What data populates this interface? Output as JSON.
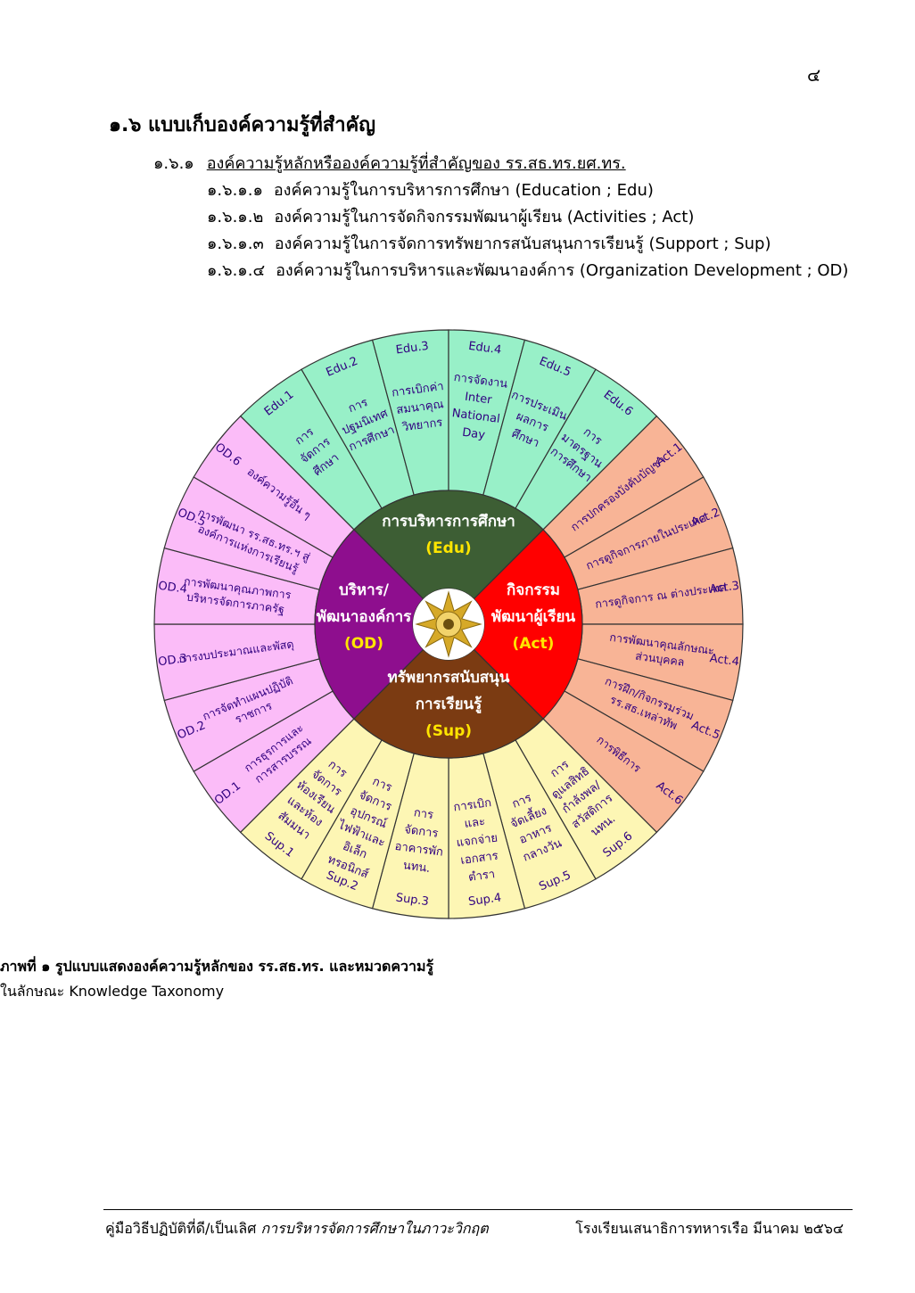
{
  "page_number": "๔",
  "section": {
    "heading": "๑.๖  แบบเก็บองค์ความรู้ที่สำคัญ",
    "sub_number": "๑.๖.๑",
    "sub_title": "องค์ความรู้หลักหรือองค์ความรู้ที่สำคัญของ รร.สธ.ทร.ยศ.ทร.",
    "items": [
      {
        "num": "๑.๖.๑.๑",
        "text": "องค์ความรู้ในการบริหารการศึกษา (Education ; Edu)"
      },
      {
        "num": "๑.๖.๑.๒",
        "text": "องค์ความรู้ในการจัดกิจกรรมพัฒนาผู้เรียน (Activities ; Act)"
      },
      {
        "num": "๑.๖.๑.๓",
        "text": "องค์ความรู้ในการจัดการทรัพยากรสนับสนุนการเรียนรู้ (Support ; Sup)"
      },
      {
        "num": "๑.๖.๑.๔",
        "text": "องค์ความรู้ในการบริหารและพัฒนาองค์การ (Organization Development ; OD)"
      }
    ]
  },
  "wheel": {
    "colors": {
      "edu_inner": "#3d5e34",
      "act_inner": "#ff0000",
      "sup_inner": "#7b3b12",
      "od_inner": "#8e0e8e",
      "edu_outer": "#98f0c8",
      "act_outer": "#f8b496",
      "sup_outer": "#fdf6b4",
      "od_outer": "#fbbcf8",
      "outer_text": "#300080",
      "inner_text": "#ffffff",
      "abbr_text": "#ffe500",
      "line": "#333333"
    },
    "center_emblem": "navy-emblem",
    "inner": [
      {
        "key": "edu",
        "lines": [
          "การบริหารการศึกษา"
        ],
        "abbr": "(Edu)"
      },
      {
        "key": "act",
        "lines": [
          "กิจกรรม",
          "พัฒนาผู้เรียน"
        ],
        "abbr": "(Act)"
      },
      {
        "key": "sup",
        "lines": [
          "ทรัพยากรสนับสนุน",
          "การเรียนรู้"
        ],
        "abbr": "(Sup)"
      },
      {
        "key": "od",
        "lines": [
          "บริหาร/",
          "พัฒนาองค์การ"
        ],
        "abbr": "(OD)"
      }
    ],
    "edu": [
      {
        "label": "Edu.1",
        "lines": [
          "การ",
          "จัดการ",
          "ศึกษา"
        ]
      },
      {
        "label": "Edu.2",
        "lines": [
          "การ",
          "ปฐมนิเทศ",
          "การศึกษา"
        ]
      },
      {
        "label": "Edu.3",
        "lines": [
          "การเบิกค่า",
          "สมนาคุณ",
          "วิทยากร"
        ]
      },
      {
        "label": "Edu.4",
        "lines": [
          "การจัดงาน",
          "Inter",
          "National",
          "Day"
        ]
      },
      {
        "label": "Edu.5",
        "lines": [
          "การประเมิน",
          "ผลการ",
          "ศึกษา"
        ]
      },
      {
        "label": "Edu.6",
        "lines": [
          "การ",
          "มาตรฐาน",
          "การศึกษา"
        ]
      }
    ],
    "act": [
      {
        "label": "Act.1",
        "lines": [
          "การปกครองบังคับบัญชา"
        ]
      },
      {
        "label": "Act.2",
        "lines": [
          "การดูกิจการภายในประเทศ"
        ]
      },
      {
        "label": "Act.3",
        "lines": [
          "การดูกิจการ ณ ต่างประเทศ"
        ]
      },
      {
        "label": "Act.4",
        "lines": [
          "การพัฒนาคุณลักษณะ",
          "ส่วนบุคคล"
        ]
      },
      {
        "label": "Act.5",
        "lines": [
          "การฝึก/กิจกรรมร่วม",
          "รร.สธ.เหล่าทัพ"
        ]
      },
      {
        "label": "Act.6",
        "lines": [
          "การพิธีการ"
        ]
      }
    ],
    "sup": [
      {
        "label": "Sup.6",
        "lines": [
          "การ",
          "ดูแลสิทธิ",
          "กำลังพล/",
          "สวัสดิการ",
          "นทน."
        ]
      },
      {
        "label": "Sup.5",
        "lines": [
          "การ",
          "จัดเลี้ยง",
          "อาหาร",
          "กลางวัน"
        ]
      },
      {
        "label": "Sup.4",
        "lines": [
          "การเบิก",
          "และ",
          "แจกจ่าย",
          "เอกสาร",
          "ตำรา"
        ]
      },
      {
        "label": "Sup.3",
        "lines": [
          "การ",
          "จัดการ",
          "อาคารพัก",
          "นทน."
        ]
      },
      {
        "label": "Sup.2",
        "lines": [
          "การ",
          "จัดการ",
          "อุปกรณ์",
          "ไฟฟ้าและ",
          "อิเล็ก",
          "ทรอนิกส์"
        ]
      },
      {
        "label": "Sup.1",
        "lines": [
          "การ",
          "จัดการ",
          "ห้องเรียน",
          "และห้อง",
          "สัมมนา"
        ]
      }
    ],
    "od": [
      {
        "label": "OD.1",
        "lines": [
          "การธุรการและ",
          "การสารบรรณ"
        ]
      },
      {
        "label": "OD.2",
        "lines": [
          "การจัดทำแผนปฏิบัติ",
          "ราชการ"
        ]
      },
      {
        "label": "OD.3",
        "lines": [
          "การงบประมาณและพัสดุ"
        ]
      },
      {
        "label": "OD.4",
        "lines": [
          "การพัฒนาคุณภาพการ",
          "บริหารจัดการภาครัฐ"
        ]
      },
      {
        "label": "OD.5",
        "lines": [
          "การพัฒนา รร.สธ.ทร.ฯ สู่",
          "องค์การแห่งการเรียนรู้"
        ]
      },
      {
        "label": "OD.6",
        "lines": [
          "องค์ความรู้อื่น ๆ"
        ]
      }
    ]
  },
  "caption": {
    "line1": "ภาพที่ ๑ รูปแบบแสดงองค์ความรู้หลักของ รร.สธ.ทร. และหมวดความรู้",
    "line2": "ในลักษณะ Knowledge Taxonomy"
  },
  "footer": {
    "left_plain": "คู่มือวิธีปฏิบัติที่ดี/เป็นเลิศ ",
    "left_italic": "การบริหารจัดการศึกษาในภาวะวิกฤต",
    "right": "โรงเรียนเสนาธิการทหารเรือ  มีนาคม ๒๕๖๔"
  }
}
